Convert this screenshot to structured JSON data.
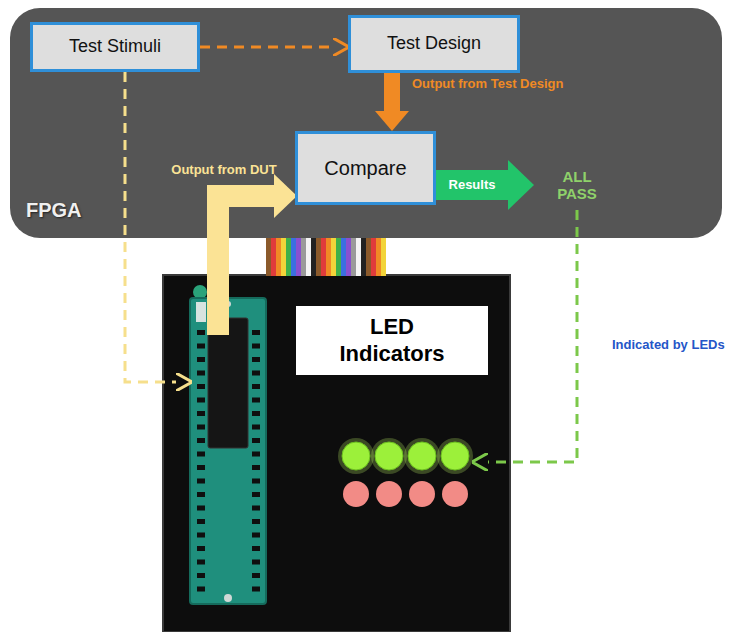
{
  "diagram": {
    "nodes": [
      {
        "text": [
          "FPGA"
        ]
      },
      {
        "text": [
          "Test Stimuli"
        ],
        "in": 0
      },
      {
        "text": [
          "Test Design"
        ],
        "in": 0
      },
      {
        "text": [
          "Compare"
        ],
        "in": 0
      },
      {
        "text": [
          "LED Indicators"
        ]
      }
    ],
    "edges": [
      {
        "from": 1,
        "to": 2,
        "arrow": "to"
      },
      {
        "from": 2,
        "to": 3,
        "label": "Output from Test Design",
        "arrow": "to"
      }
    ],
    "labels": [
      "Output from DUT",
      "Results",
      "ALL PASS",
      "Indicated by LEDs"
    ]
  }
}
